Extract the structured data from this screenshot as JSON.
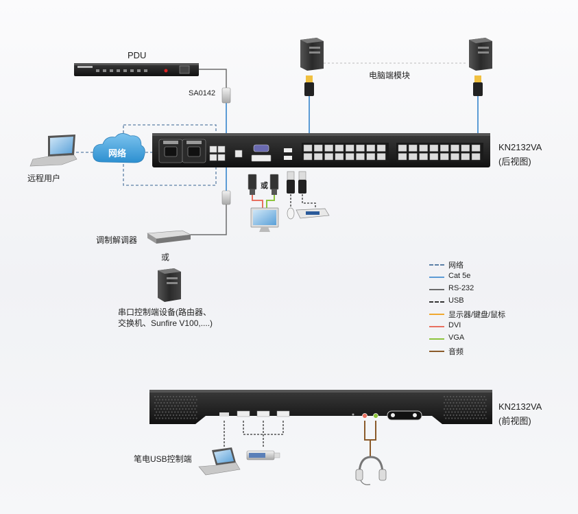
{
  "labels": {
    "pdu": "PDU",
    "sa0142": "SA0142",
    "pc_module": "电脑端模块",
    "network_cloud": "网络",
    "remote_user": "远程用户",
    "kvm_rear": "KN2132VA",
    "rear_view": "(后视图)",
    "or_mid": "或",
    "modem": "调制解调器",
    "or_below": "或",
    "serial_device_1": "串口控制端设备(路由器、",
    "serial_device_2": "交换机、Sunfire V100,....)",
    "kvm_front": "KN2132VA",
    "front_view": "(前视图)",
    "laptop_usb": "笔电USB控制端"
  },
  "legend": [
    {
      "label": "网络",
      "color": "#5b7fa6",
      "style": "dashed"
    },
    {
      "label": "Cat 5e",
      "color": "#5b9bd5",
      "style": "solid"
    },
    {
      "label": "RS-232",
      "color": "#6b6b6b",
      "style": "solid"
    },
    {
      "label": "USB",
      "color": "#333333",
      "style": "dashed"
    },
    {
      "label": "显示器/键盘/鼠标",
      "color": "#f0a830",
      "style": "solid"
    },
    {
      "label": "DVI",
      "color": "#e87060",
      "style": "solid"
    },
    {
      "label": "VGA",
      "color": "#8cc43c",
      "style": "solid"
    },
    {
      "label": "音频",
      "color": "#8a5a2a",
      "style": "solid"
    }
  ],
  "colors": {
    "cat5e": "#5b9bd5",
    "network": "#5b7fa6",
    "rs232": "#6b6b6b",
    "usb": "#333333",
    "dvi": "#e87060",
    "vga": "#8cc43c",
    "audio": "#8a5a2a",
    "cloud": "#4aa3df",
    "device": "#1f1f1f"
  }
}
